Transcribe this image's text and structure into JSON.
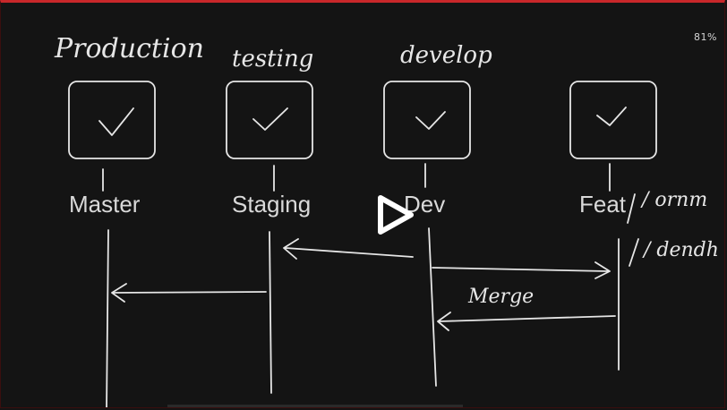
{
  "player": {
    "zoom_level": "81%",
    "play_icon": "play-icon",
    "colors": {
      "background": "#141414",
      "ink": "#e6e6e6",
      "frame_accent": "#c8272a"
    }
  },
  "whiteboard": {
    "annotations": {
      "production": "Production",
      "testing": "testing",
      "develop": "develop",
      "merge": "Merge",
      "feat_suffix_1": "/ ornm",
      "feat_suffix_2": "/ dendh"
    },
    "branches": [
      {
        "label": "Master"
      },
      {
        "label": "Staging"
      },
      {
        "label": "Dev"
      },
      {
        "label": "Feat"
      }
    ]
  }
}
